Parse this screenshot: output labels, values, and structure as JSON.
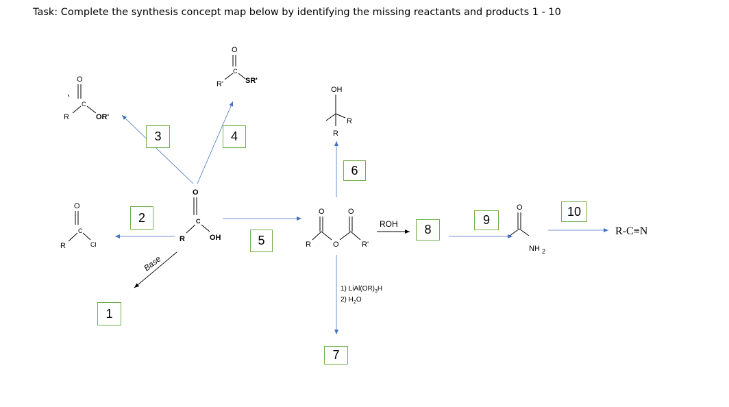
{
  "task": "Task: Complete the synthesis concept map below by identifying the missing reactants and products 1 - 10",
  "boxes": [
    "1",
    "2",
    "3",
    "4",
    "5",
    "6",
    "7",
    "8",
    "9",
    "10"
  ],
  "molecules": {
    "ester": {
      "r": "R",
      "o": "O",
      "c": "C",
      "sub": "OR'"
    },
    "thioester": {
      "r": "R'",
      "o": "O",
      "c": "C",
      "sub": "SR'"
    },
    "acid_chloride": {
      "r": "R",
      "o": "O",
      "c": "C",
      "sub": "Cl"
    },
    "carboxylic_acid": {
      "r": "R",
      "o": "O",
      "c": "C",
      "sub": "OH"
    },
    "alcohol": {
      "oh": "OH",
      "r1": "R",
      "r2": "R"
    },
    "anhydride": {
      "r1": "R",
      "o1": "O",
      "o2": "O",
      "o3": "O",
      "r2": "R'"
    },
    "amide": {
      "o": "O",
      "nh": "NH",
      "sub": "2"
    },
    "nitrile": {
      "text": "R-C≡N"
    }
  },
  "reagents": {
    "base": "Base",
    "roh": "ROH",
    "lialh1": "1) LiAl(OR)",
    "lialh1_sub": "3",
    "lialh1_tail": "H",
    "lialh2": "2) H",
    "lialh2_sub": "2",
    "lialh2_tail": "O"
  },
  "colors": {
    "arrow": "#4472c4",
    "box_border": "#70ad47",
    "pink": "#cc0099"
  }
}
